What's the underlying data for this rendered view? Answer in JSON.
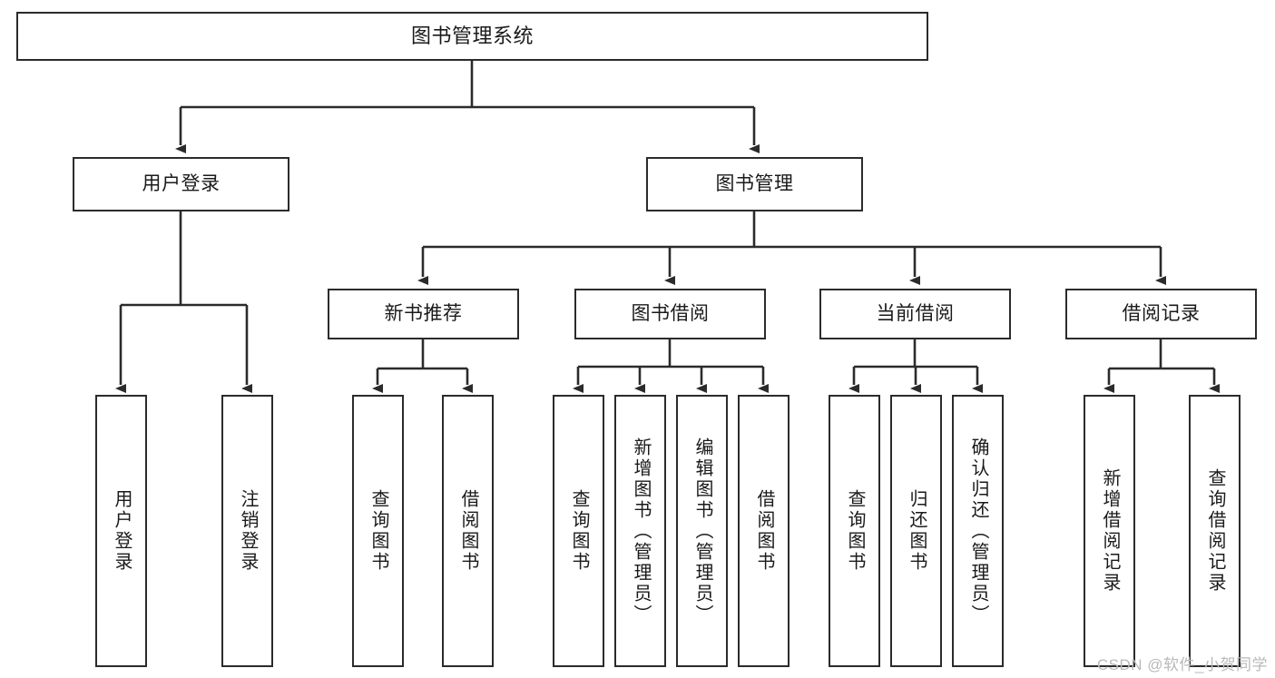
{
  "diagram": {
    "type": "tree-hierarchy-chart",
    "title": "图书管理系统",
    "stroke_color": "#2b2b2b",
    "fill_color": "#ffffff",
    "text_color": "#1a1a1a",
    "root": {
      "id": "root",
      "label": "图书管理系统",
      "orientation": "horizontal"
    },
    "level2": [
      {
        "id": "user-login",
        "label": "用户登录",
        "orientation": "horizontal"
      },
      {
        "id": "book-manage",
        "label": "图书管理",
        "orientation": "horizontal"
      }
    ],
    "level3": [
      {
        "id": "new-book-recommend",
        "label": "新书推荐",
        "orientation": "horizontal"
      },
      {
        "id": "book-borrow",
        "label": "图书借阅",
        "orientation": "horizontal"
      },
      {
        "id": "current-borrow",
        "label": "当前借阅",
        "orientation": "horizontal"
      },
      {
        "id": "borrow-record",
        "label": "借阅记录",
        "orientation": "horizontal"
      }
    ],
    "leaves": {
      "user_login": [
        {
          "id": "leaf-user-login",
          "label": "用户登录",
          "orientation": "vertical"
        },
        {
          "id": "leaf-logout-login",
          "label": "注销登录",
          "orientation": "vertical"
        }
      ],
      "new_book_recommend": [
        {
          "id": "leaf-query-book-1",
          "label": "查询图书",
          "orientation": "vertical"
        },
        {
          "id": "leaf-borrow-book-1",
          "label": "借阅图书",
          "orientation": "vertical"
        }
      ],
      "book_borrow": [
        {
          "id": "leaf-query-book-2",
          "label": "查询图书",
          "orientation": "vertical"
        },
        {
          "id": "leaf-add-book-admin",
          "label": "新增图书（管理员）",
          "orientation": "vertical"
        },
        {
          "id": "leaf-edit-book-admin",
          "label": "编辑图书（管理员）",
          "orientation": "vertical"
        },
        {
          "id": "leaf-borrow-book-2",
          "label": "借阅图书",
          "orientation": "vertical"
        }
      ],
      "current_borrow": [
        {
          "id": "leaf-query-book-3",
          "label": "查询图书",
          "orientation": "vertical"
        },
        {
          "id": "leaf-return-book",
          "label": "归还图书",
          "orientation": "vertical"
        },
        {
          "id": "leaf-confirm-return-admin",
          "label": "确认归还（管理员）",
          "orientation": "vertical"
        }
      ],
      "borrow_record": [
        {
          "id": "leaf-add-borrow-record",
          "label": "新增借阅记录",
          "orientation": "vertical"
        },
        {
          "id": "leaf-query-borrow-record",
          "label": "查询借阅记录",
          "orientation": "vertical"
        }
      ]
    },
    "watermark": "CSDN @软件_小贺同学"
  }
}
